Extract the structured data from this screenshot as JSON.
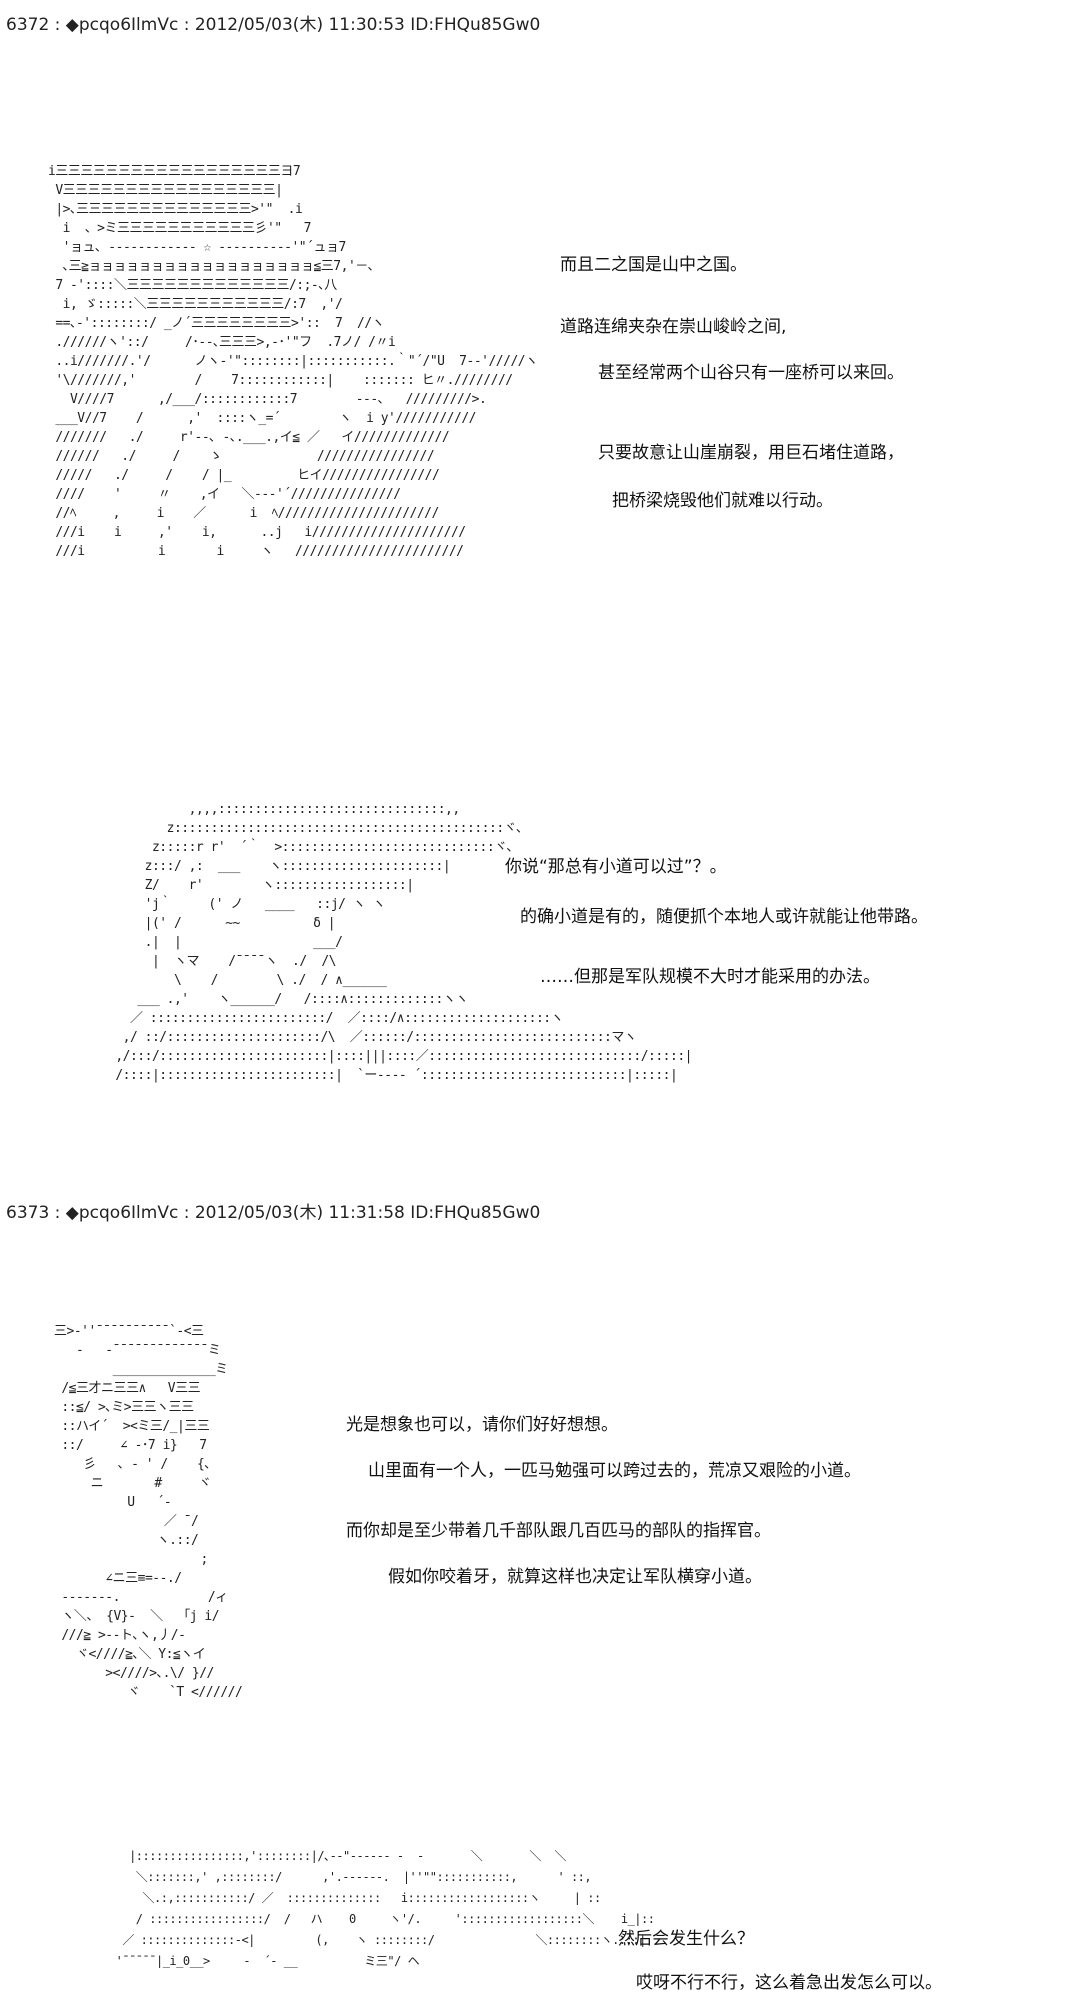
{
  "posts": [
    {
      "number": "6372",
      "name": "◆pcqo6IlmVc",
      "date": "2012/05/03(木) 11:30:53",
      "id": "ID:FHQu85Gw0",
      "header_text": "6372 : ◆pcqo6IlmVc : 2012/05/03(木) 11:30:53 ID:FHQu85Gw0",
      "panels": [
        {
          "art": "i三三三三三三三三三三三三三三三三三三ヨ7\n V三三三三三三三三三三三三三三三三三|\n |>､三三三三三三三三三三三三三三>'\"  .i\n  i  、>ミ三三三三三三三三三三三彡'\"   7\n  'ョュ､ ------------ ☆ ----------'\"´ュョ7\n  ､三≧ョョョョョョョョョョョョョョョョョョ≦三7,'－､\n 7 -'::::＼三三三三三三三三三三三三三/:;-､八\n  i, ゞ:::::＼三三三三三三三三三三三/:7  ,'/\n ==､-'::::::::/ _ノ´三三三三三三三三>'::  7  //ヽ\n .//////ヽ'::/     /･--､三三三>,-･'\"フ  .7ノ/ /〃i\n ..i///////.'/      ノヽ-'\"::::::::|:::::::::::.｀\"´/\"U  7--'/////ヽ\n '\\///////,'        /    7::::::::::::|    ::::::: ヒ〃.////////\n   V////7      ,/___/::::::::::::7        ---､   /////////>.\n ___V//7    /      ,'  ::::ヽ_=´        ヽ  i y'///////////\n ///////   ./     r'--､ -､.___.,イ≦ ／   イ/////////////\n //////   ./     /    ゝ             ////////////////\n /////   ./     /    / |_         ヒイ////////////////\n ////    '     〃    ,イ   ＼---'´///////////////\n //ﾍ     ,     i    ／      i  ﾍ//////////////////////\n ///i    i     ,'    i,      ..j   i/////////////////////\n ///i          i       i     ヽ   ///////////////////////",
          "lines": [
            "而且二之国是山中之国。",
            "道路连绵夹杂在崇山峻岭之间,",
            "甚至经常两个山谷只有一座桥可以来回。",
            "只要故意让山崖崩裂，用巨石堵住道路，",
            "把桥梁烧毁他们就难以行动。"
          ]
        },
        {
          "art": "           ,,,,:::::::::::::::::::::::::::::::,,\n        z:::::::::::::::::::::::::::::::::::::::::::::ヾ､\n      z:::::r r'  ´｀  >:::::::::::::::::::::::::::::ヾ､\n     z:::/ ,:  ___    ヽ::::::::::::::::::::::|\n     Z/    r'        ヽ::::::::::::::::::|\n     'j｀     (' ノ   ____   ::j/ ヽ ヽ\n     |(' /      ~~          δ |\n     .|  |                  ___/\n      |  ヽマ    /¯¯¯¯ヽ  ./  /\\\n         \\    /        \\ ./  / ∧______\n    ___ .,'    ヽ______/   /::::∧:::::::::::::ヽヽ\n   ／ ::::::::::::::::::::::::/  ／::::/∧::::::::::::::::::::ヽ\n  ,/ ::/:::::::::::::::::::::/\\  ／::::::/:::::::::::::::::::::::::::マヽ\n ,/:::/:::::::::::::::::::::::|::::|||::::／:::::::::::::::::::::::::::::/:::::|\n /::::|::::::::::::::::::::::::|  `ー---- ´::::::::::::::::::::::::::::|:::::|",
          "lines": [
            "你说“那总有小道可以过”？。",
            "的确小道是有的，随便抓个本地人或许就能让他带路。",
            "……但那是军队规模不大时才能采用的办法。"
          ]
        }
      ]
    },
    {
      "number": "6373",
      "name": "◆pcqo6IlmVc",
      "date": "2012/05/03(木) 11:31:58",
      "id": "ID:FHQu85Gw0",
      "header_text": "6373 : ◆pcqo6IlmVc : 2012/05/03(木) 11:31:58 ID:FHQu85Gw0",
      "panels": [
        {
          "art": "三>-''¯¯¯¯¯¯¯¯¯¯`-<三\n   -   -¯¯¯¯¯¯¯¯¯¯¯¯¯ミ\n        ______________ミ\n /≦三才ニ三三∧   V三三\n ::≦/ >､ミ>三三ヽ三三\n ::ハイ´  ><ミ三/_|三三\n ::/     ∠ -･7 i}   7\n    彡   ､ - ' /    {､\n     ニ       #     ヾ\n          U   ´-\n               ／ ¯/\n              ヽ.::/\n                    ;\n       ∠ニ三≡=--./\n -------.            /ィ\n ヽ＼、 {V}-  ＼  「j i/\n ///≧ >--ト､ヽ,丿/-\n   ヾ<////≧､＼ Y:≦ヽイ\n       ><////>､.\\/ }//\n          ヾ    `T <//////",
          "lines": [
            "光是想象也可以，请你们好好想想。",
            "山里面有一个人，一匹马勉强可以跨过去的，荒凉又艰险的小道。",
            "而你却是至少带着几千部队跟几百匹马的部队的指挥官。",
            "假如你咬着牙，就算这样也决定让军队横穿小道。"
          ]
        },
        {
          "art": "       |::::::::::::::::,'::::::::|/､--\"------ -  -       ＼       ＼  ＼\n        ＼:::::::,' ,::::::::/      ,'.------.  |''\"\":::::::::::,      ' ::,\n         ＼.:,:::::::::::/ ／  ::::::::::::::   i::::::::::::::::::ヽ     | ::\n        / :::::::::::::::::/  /   ハ    0     ヽ'/.     '::::::::::::::::::＼    i_|::\n      ／ ::::::::::::::-<|         (,    ヽ ::::::::/               ＼::::::::ヽ.:::|\n     '¯¯¯¯¯|_i_0__>     -  ´- __          ミ三\"/ ヘ",
          "lines": [
            "然后会发生什么？",
            "哎呀不行不行，这么着急出发怎么可以。"
          ]
        }
      ]
    }
  ]
}
